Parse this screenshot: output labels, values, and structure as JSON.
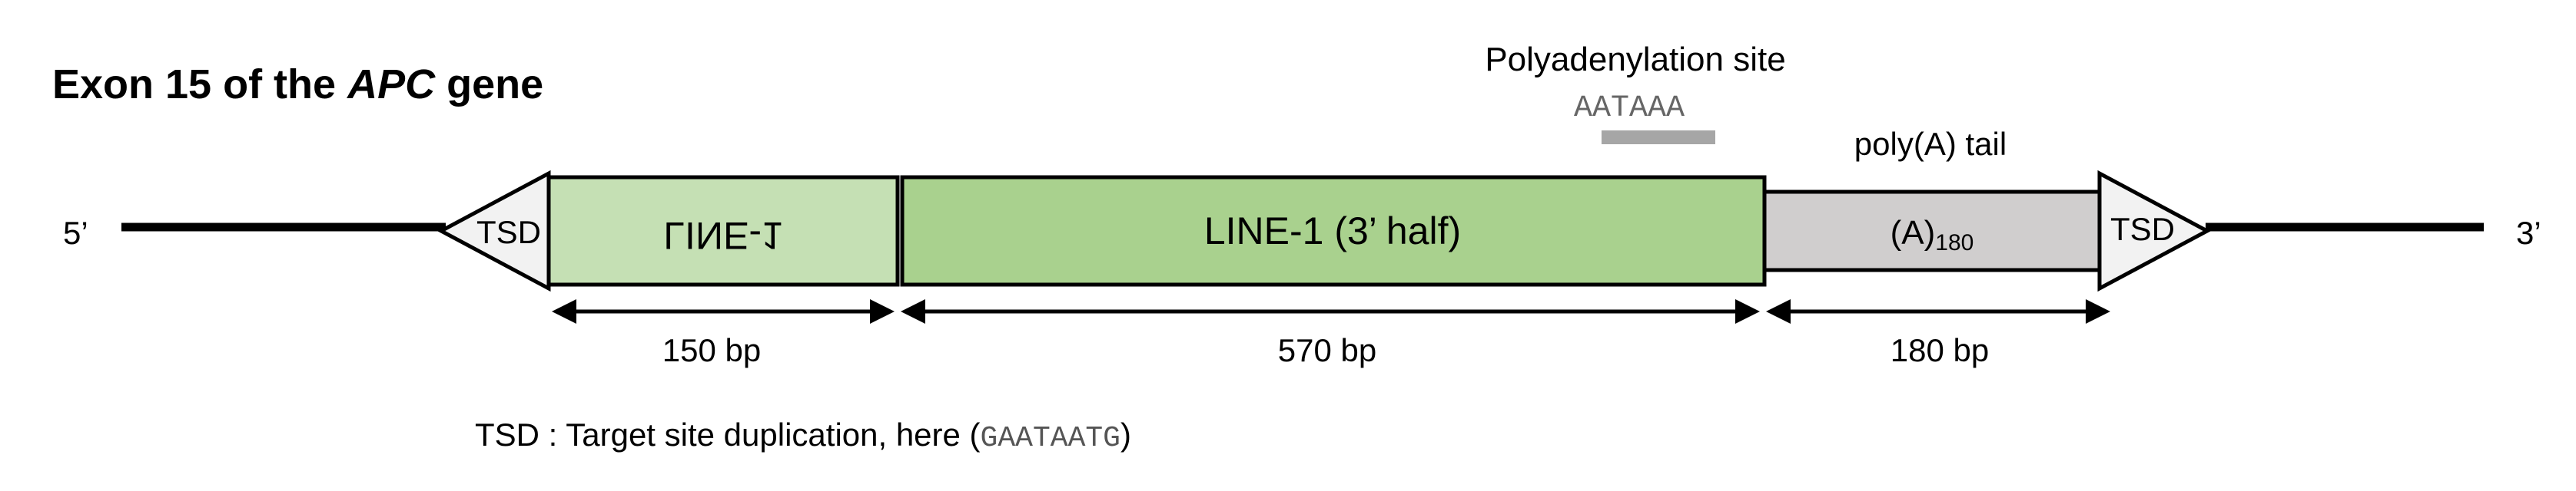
{
  "title": {
    "prefix": "Exon 15 of the ",
    "gene": "APC",
    "suffix": " gene"
  },
  "ends": {
    "five_prime": "5’",
    "three_prime": "3’"
  },
  "elements": {
    "tsd_left": "TSD",
    "line1_inverted": "LINE-1",
    "line1_3half": "LINE-1 (3’ half)",
    "polya_base": "(A)",
    "polya_subscript": "180",
    "tsd_right": "TSD"
  },
  "annotations": {
    "polyadenylation_label": "Polyadenylation site",
    "polyadenylation_seq": "AATAAA",
    "polya_tail_label": "poly(A) tail"
  },
  "dimensions": {
    "seg1": "150 bp",
    "seg2": "570 bp",
    "seg3": "180 bp"
  },
  "legend": {
    "prefix": "TSD : Target site duplication, here (",
    "sequence": "GAATAATG",
    "suffix": ")"
  },
  "colors": {
    "line1_light": "#c5e0b4",
    "line1_green": "#a9d18e",
    "polya_gray": "#d0cece",
    "tsd_fill": "#f2f2f2",
    "signal_bar": "#a6a6a6",
    "stroke": "#000000"
  }
}
